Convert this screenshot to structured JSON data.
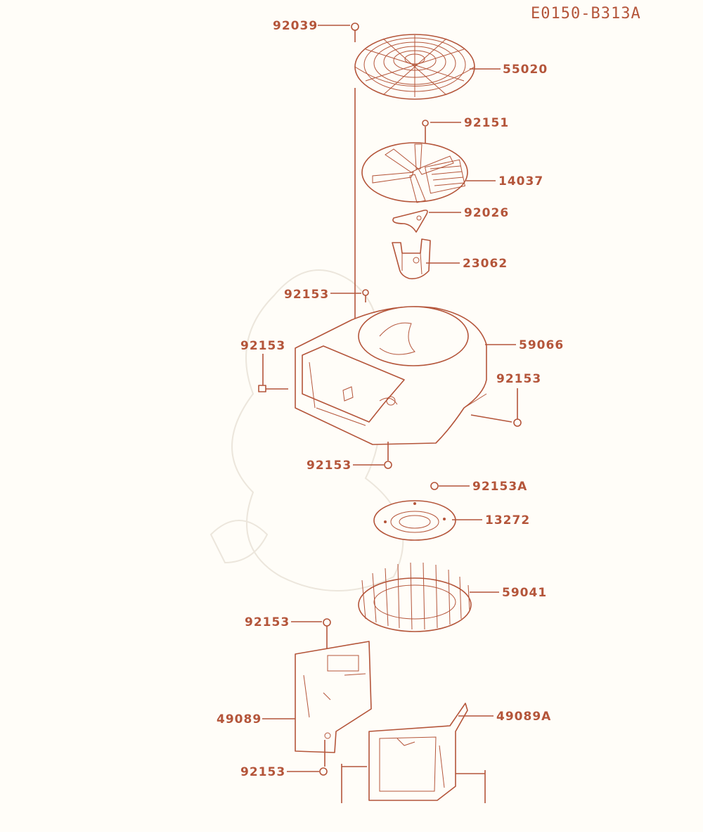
{
  "diagram_code": "E0150-B313A",
  "colors": {
    "line": "#b4553a",
    "background": "#fffdf8"
  },
  "callouts": {
    "c92039": "92039",
    "c55020": "55020",
    "c92151": "92151",
    "c14037": "14037",
    "c92026": "92026",
    "c23062": "23062",
    "c92153_top": "92153",
    "c59066": "59066",
    "c92153_left": "92153",
    "c92153_right": "92153",
    "c92153_bottom": "92153",
    "c92153A": "92153A",
    "c13272": "13272",
    "c59041": "59041",
    "c92153_plate": "92153",
    "c49089": "49089",
    "c49089A": "49089A",
    "c92153_lower": "92153"
  }
}
